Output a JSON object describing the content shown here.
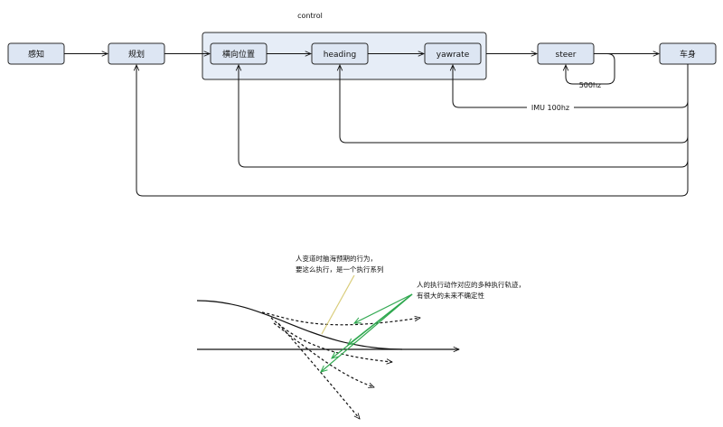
{
  "group": {
    "label": "control"
  },
  "nodes": {
    "perception": "感知",
    "planning": "规划",
    "lateral_position": "横向位置",
    "heading": "heading",
    "yawrate": "yawrate",
    "steer": "steer",
    "vehicle_body": "车身"
  },
  "edge_labels": {
    "steer_loop": "500hz",
    "imu_feedback": "IMU 100hz"
  },
  "annotations": {
    "expected_behavior": [
      "人变道时脑海预期的行为，",
      "要这么执行，是一个执行系列"
    ],
    "multiple_trajectories": [
      "人的执行动作对应的多种执行轨迹，",
      "有很大的未来不确定性"
    ]
  },
  "colors": {
    "node_fill": "#dde6f3",
    "group_fill": "#e6edf7",
    "annotation_yellow": "#d9cc7a",
    "annotation_green": "#2fa84f"
  }
}
